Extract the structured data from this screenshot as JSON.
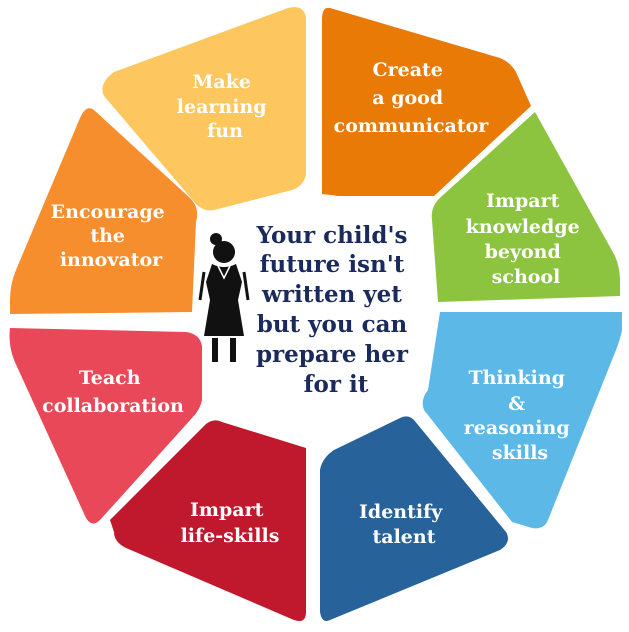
{
  "center": {
    "lines": [
      "Your child's",
      "future isn't",
      "written yet",
      "but you can",
      "prepare her",
      "for it"
    ],
    "icon": "girl-silhouette-icon"
  },
  "segments": [
    {
      "id": "create-good-communicator",
      "lines": [
        "Create",
        "a good",
        "communicator"
      ],
      "color": "#ea7a06"
    },
    {
      "id": "impart-knowledge",
      "lines": [
        "Impart",
        "knowledge",
        "beyond",
        "school"
      ],
      "color": "#8cc43f"
    },
    {
      "id": "thinking-reasoning",
      "lines": [
        "Thinking",
        "&",
        "reasoning",
        "skills"
      ],
      "color": "#5cb8e6"
    },
    {
      "id": "identify-talent",
      "lines": [
        "Identify",
        "talent"
      ],
      "color": "#27639a"
    },
    {
      "id": "impart-life-skills",
      "lines": [
        "Impart",
        "life-skills"
      ],
      "color": "#c0182c"
    },
    {
      "id": "teach-collaboration",
      "lines": [
        "Teach",
        "collaboration"
      ],
      "color": "#e94859"
    },
    {
      "id": "encourage-innovator",
      "lines": [
        "Encourage",
        "the",
        "innovator"
      ],
      "color": "#f68e2e"
    },
    {
      "id": "make-learning-fun",
      "lines": [
        "Make",
        "learning",
        "fun"
      ],
      "color": "#fdc65f"
    }
  ]
}
